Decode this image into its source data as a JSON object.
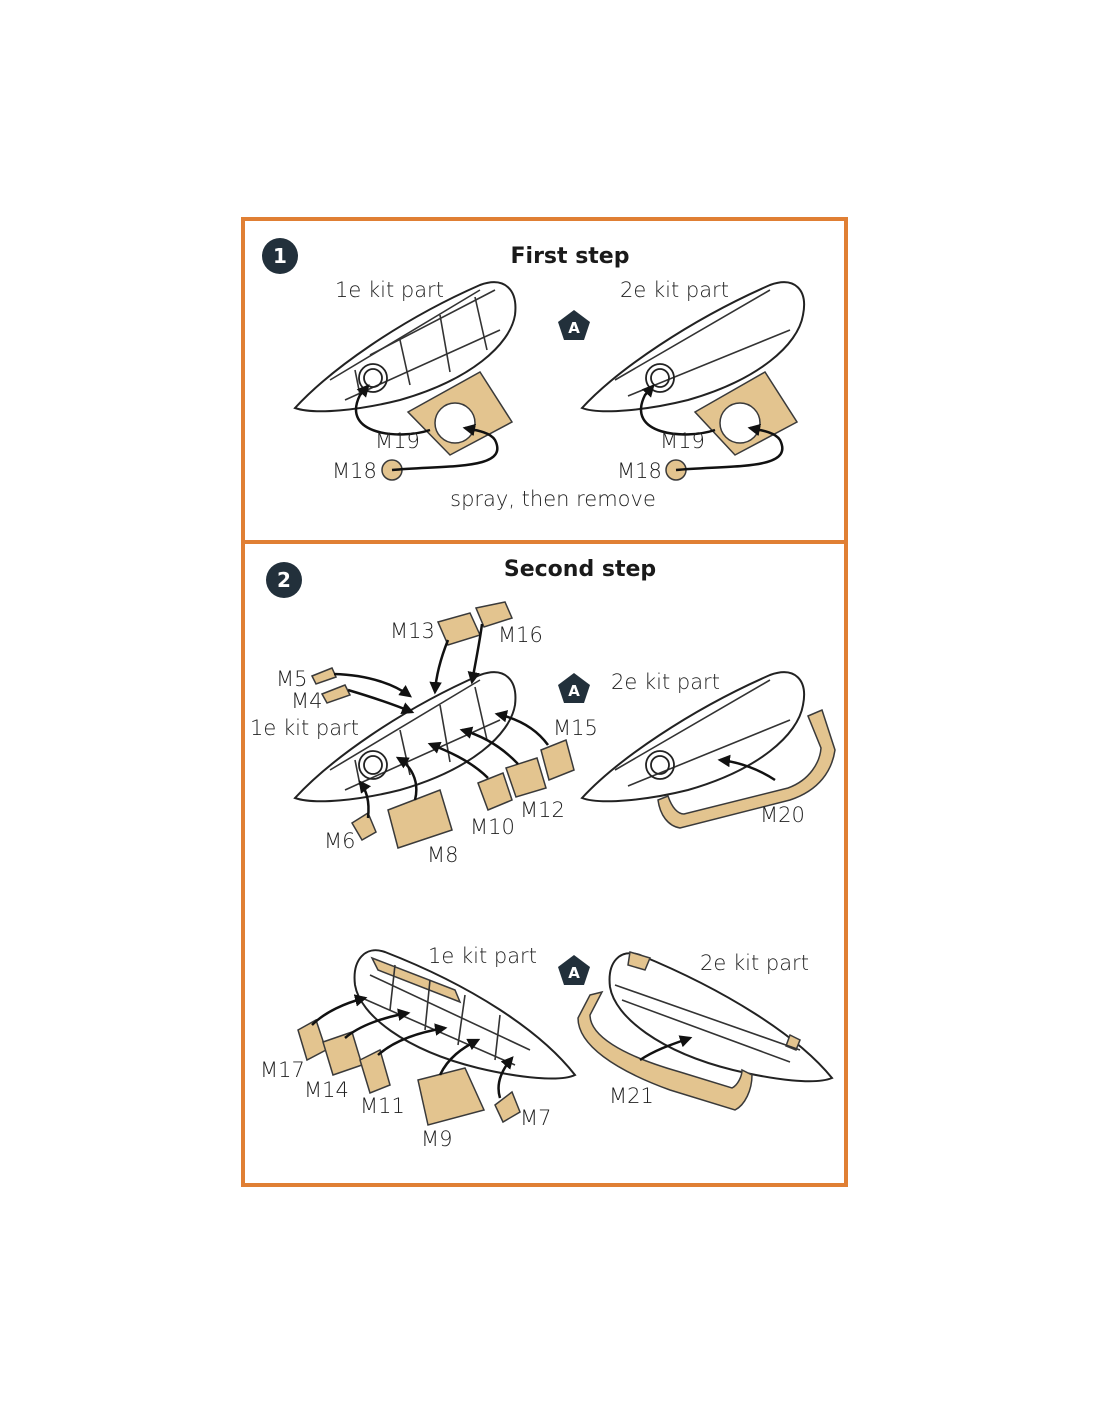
{
  "colors": {
    "border": "#e07f34",
    "badge": "#22303b",
    "mask": "#e3c48f"
  },
  "step1": {
    "number": "1",
    "title": "First step",
    "marker": "A",
    "left_part": "1e kit part",
    "right_part": "2e kit part",
    "mask_labels": [
      "M19",
      "M18"
    ],
    "right_mask_labels": [
      "M19",
      "M18"
    ],
    "note": "spray, then remove"
  },
  "step2": {
    "number": "2",
    "title": "Second step",
    "upper": {
      "marker": "A",
      "left_part": "1e kit part",
      "right_part": "2e kit part",
      "labels": {
        "m13": "M13",
        "m16": "M16",
        "m5": "M5",
        "m4": "M4",
        "m15": "M15",
        "m6": "M6",
        "m8": "M8",
        "m10": "M10",
        "m12": "M12",
        "m20": "M20"
      }
    },
    "lower": {
      "marker": "A",
      "left_part": "1e kit part",
      "right_part": "2e kit part",
      "labels": {
        "m17": "M17",
        "m14": "M14",
        "m11": "M11",
        "m9": "M9",
        "m7": "M7",
        "m21": "M21"
      }
    }
  }
}
